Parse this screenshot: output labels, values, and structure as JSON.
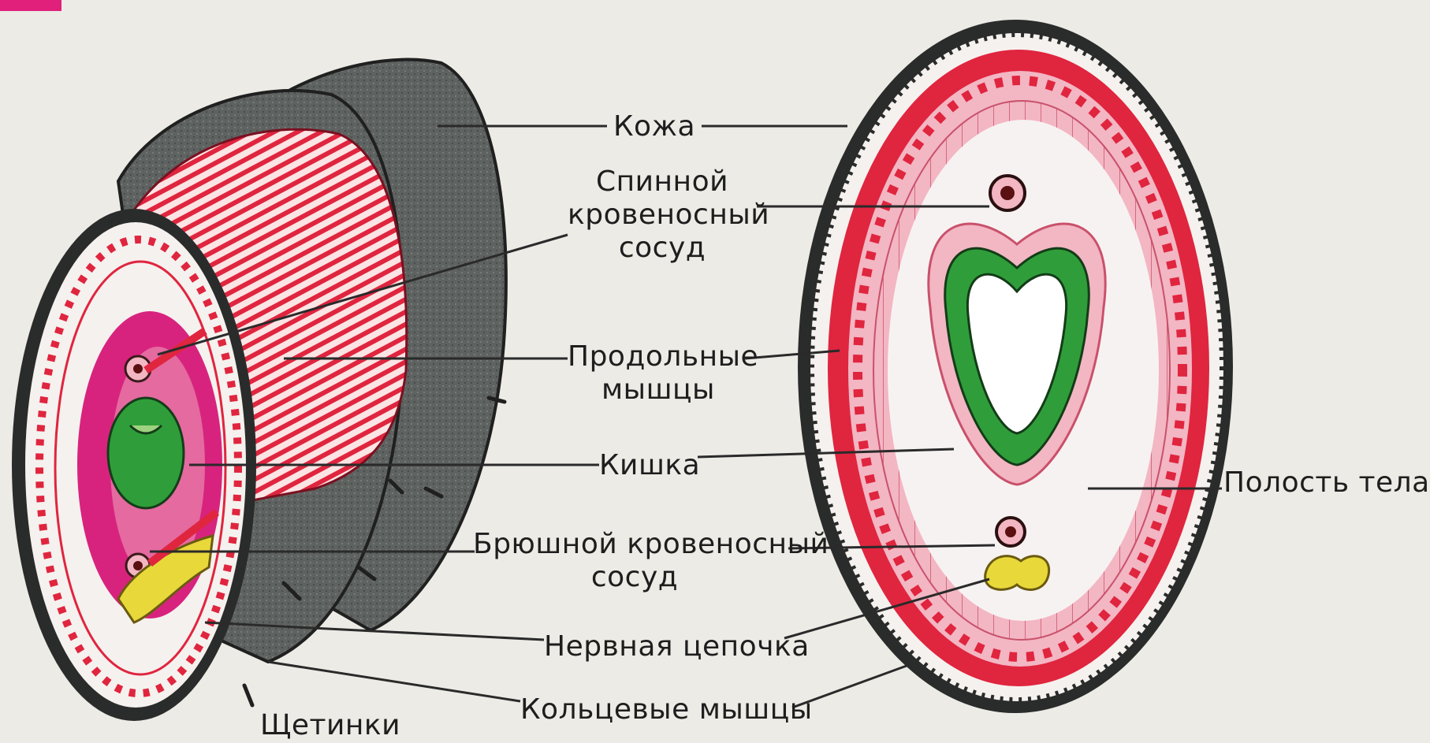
{
  "labels": {
    "skin": "Кожа",
    "dorsal_vessel": [
      "Спинной",
      "кровеносный",
      "сосуд"
    ],
    "longitudinal_muscles": [
      "Продольные",
      "мышцы"
    ],
    "intestine": "Кишка",
    "body_cavity": "Полость тела",
    "ventral_vessel": [
      "Брюшной кровеносный",
      "сосуд"
    ],
    "nerve_chain": "Нервная цепочка",
    "circular_muscles": "Кольцевые мышцы",
    "setae": "Щетинки"
  },
  "colors": {
    "background": "#ecebe6",
    "skin": "#5e6260",
    "skin_dark": "#2a2c2b",
    "muscle_red": "#e0253f",
    "muscle_pink": "#f3b6c3",
    "intestine_green": "#2f9e3a",
    "nerve_yellow": "#e8d83a",
    "cavity": "#f7f2f2",
    "corner_tag": "#e0207a"
  }
}
